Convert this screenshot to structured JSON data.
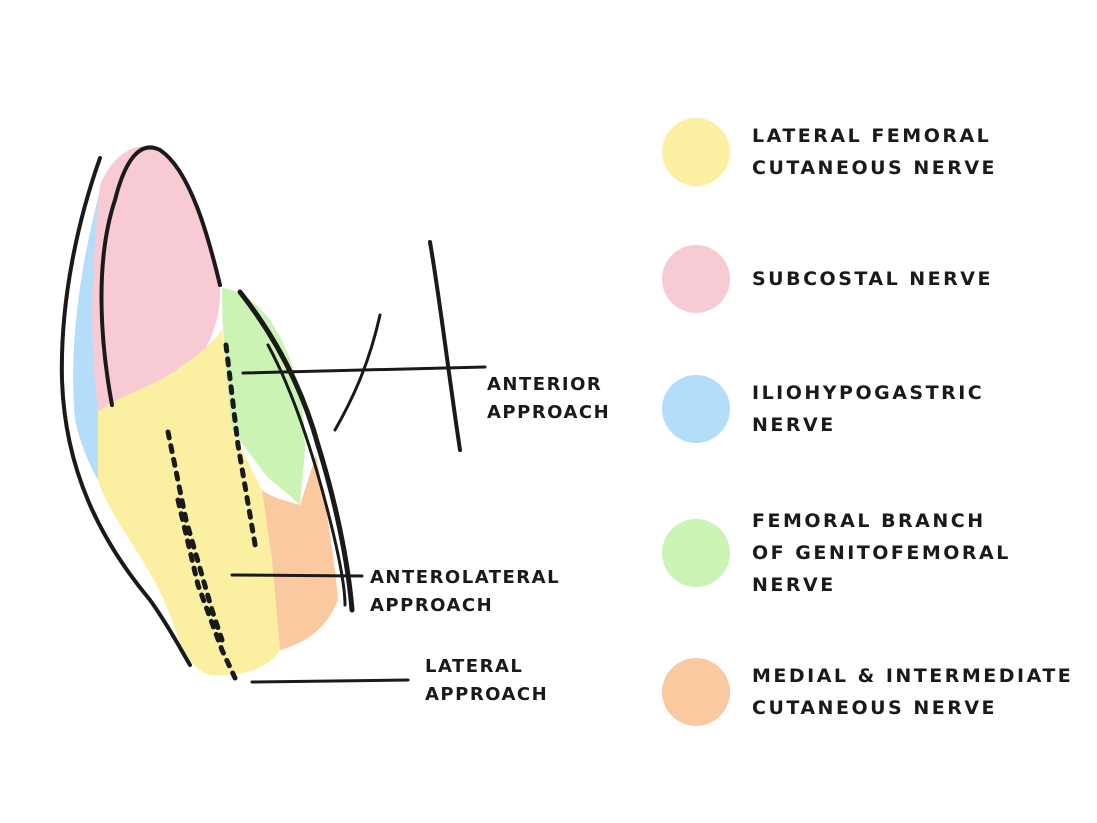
{
  "approaches": {
    "anterior": [
      "ANTERIOR",
      "APPROACH"
    ],
    "anterolateral": [
      "ANTEROLATERAL",
      "APPROACH"
    ],
    "lateral": [
      "LATERAL",
      "APPROACH"
    ]
  },
  "legend": [
    {
      "lines": [
        "LATERAL FEMORAL",
        "CUTANEOUS NERVE"
      ],
      "color": "#FBF0A2"
    },
    {
      "lines": [
        "SUBCOSTAL NERVE"
      ],
      "color": "#F8CAD3"
    },
    {
      "lines": [
        "ILIOHYPOGASTRIC",
        "NERVE"
      ],
      "color": "#B4DDFA"
    },
    {
      "lines": [
        "FEMORAL BRANCH",
        "OF GENITOFEMORAL",
        "NERVE"
      ],
      "color": "#CBF3B4"
    },
    {
      "lines": [
        "MEDIAL & INTERMEDIATE",
        "CUTANEOUS NERVE"
      ],
      "color": "#FAC9A0"
    }
  ]
}
